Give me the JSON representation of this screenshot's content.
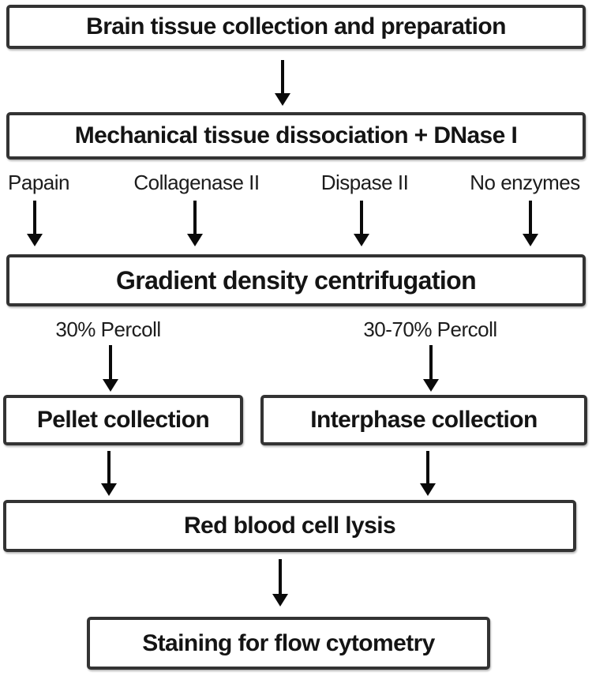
{
  "diagram": {
    "type": "flowchart",
    "topic": "Brain tissue preparation workflow for flow cytometry",
    "colors": {
      "background": "#ffffff",
      "box_border": "#333333",
      "text": "#141414",
      "arrow": "#0a0a0a"
    },
    "nodes": {
      "brain": {
        "label": "Brain tissue collection and preparation"
      },
      "mechanical": {
        "label": "Mechanical tissue dissociation + DNase I"
      },
      "gradient": {
        "label": "Gradient density centrifugation"
      },
      "pellet": {
        "label": "Pellet collection"
      },
      "interphase": {
        "label": "Interphase collection"
      },
      "rbc_lysis": {
        "label": "Red blood cell lysis"
      },
      "staining": {
        "label": "Staining for flow cytometry"
      }
    },
    "enzyme_branches": [
      {
        "label": "Papain"
      },
      {
        "label": "Collagenase II"
      },
      {
        "label": "Dispase II"
      },
      {
        "label": "No enzymes"
      }
    ],
    "percoll_branches": [
      {
        "label": "30% Percoll"
      },
      {
        "label": "30-70% Percoll"
      }
    ],
    "edges": [
      {
        "from": "brain",
        "to": "mechanical"
      },
      {
        "from": "mechanical",
        "to": "gradient",
        "via": "Papain"
      },
      {
        "from": "mechanical",
        "to": "gradient",
        "via": "Collagenase II"
      },
      {
        "from": "mechanical",
        "to": "gradient",
        "via": "Dispase II"
      },
      {
        "from": "mechanical",
        "to": "gradient",
        "via": "No enzymes"
      },
      {
        "from": "gradient",
        "to": "pellet",
        "via": "30% Percoll"
      },
      {
        "from": "gradient",
        "to": "interphase",
        "via": "30-70% Percoll"
      },
      {
        "from": "pellet",
        "to": "rbc_lysis"
      },
      {
        "from": "interphase",
        "to": "rbc_lysis"
      },
      {
        "from": "rbc_lysis",
        "to": "staining"
      }
    ]
  }
}
